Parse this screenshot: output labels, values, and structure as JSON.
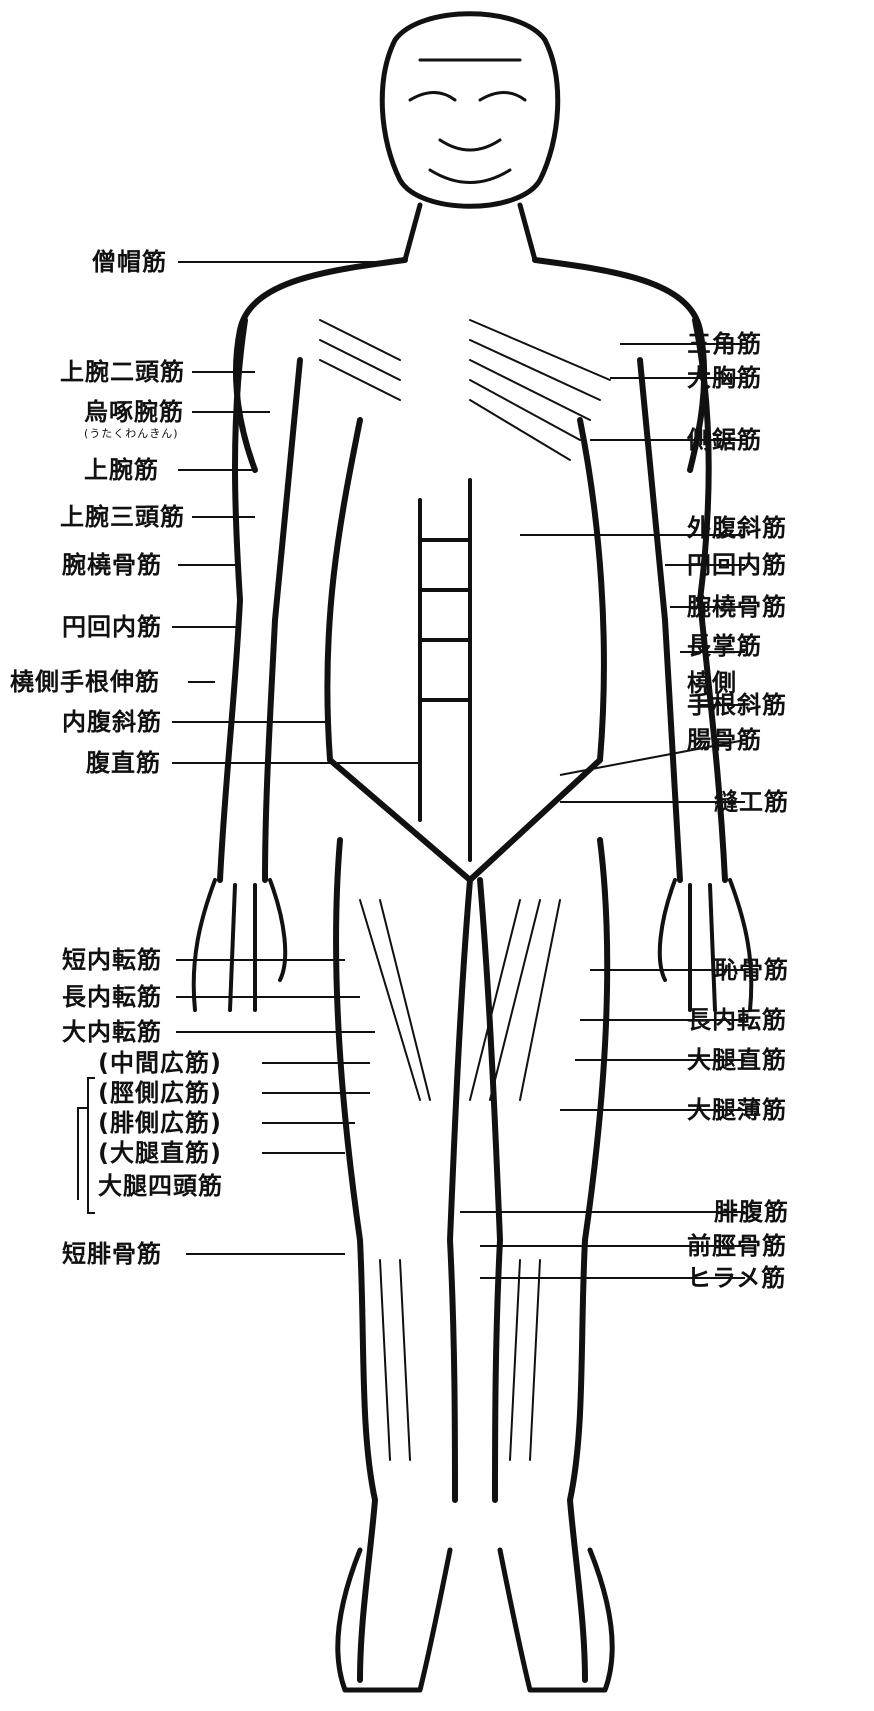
{
  "labels_left": [
    "僧帽筋",
    "上腕二頭筋",
    "烏啄腕筋",
    "上腕筋",
    "上腕三頭筋",
    "腕橈骨筋",
    "円回内筋",
    "橈側手根伸筋",
    "内腹斜筋",
    "腹直筋",
    "短内転筋",
    "長内転筋",
    "大内転筋",
    "(中間広筋)",
    "(脛側広筋)",
    "(腓側広筋)",
    "(大腿直筋)",
    "大腿四頭筋",
    "短腓骨筋"
  ],
  "reading_note": "(うたくわんきん)",
  "labels_right": [
    "三角筋",
    "大胸筋",
    "側鋸筋",
    "外腹斜筋",
    "円回内筋",
    "腕橈骨筋",
    "長掌筋",
    "橈側",
    "手根斜筋",
    "腸骨筋",
    "縫工筋",
    "恥骨筋",
    "長内転筋",
    "大腿直筋",
    "大腿薄筋",
    "腓腹筋",
    "前脛骨筋",
    "ヒラメ筋"
  ],
  "colors": {
    "ink": "#111111",
    "paper": "#ffffff"
  }
}
